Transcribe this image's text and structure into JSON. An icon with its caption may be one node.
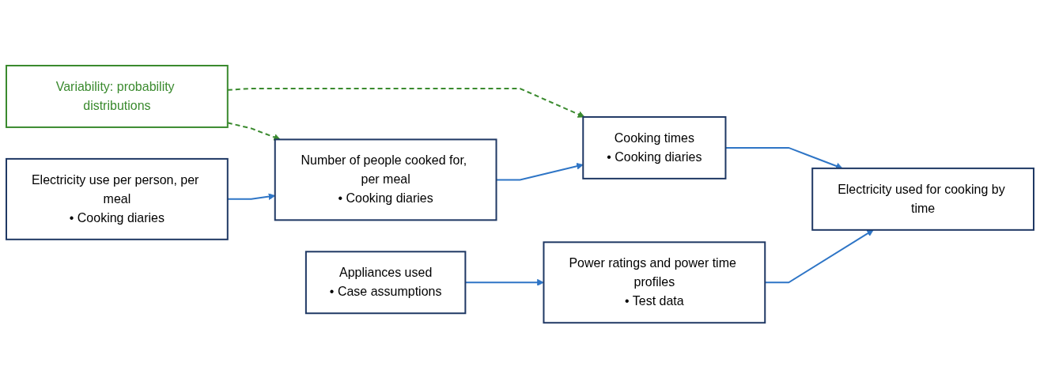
{
  "diagram": {
    "nodes": [
      {
        "text": [
          "Variability: probability distributions"
        ]
      },
      {
        "text": [
          "Electricity use per person, per meal",
          "• Cooking diaries"
        ]
      },
      {
        "text": [
          "Number of people cooked for, per meal",
          "• Cooking diaries"
        ]
      },
      {
        "text": [
          "Cooking times",
          "• Cooking diaries"
        ]
      },
      {
        "text": [
          "Electricity used for cooking by time"
        ]
      },
      {
        "text": [
          "Appliances used",
          "• Case assumptions"
        ]
      },
      {
        "text": [
          "Power ratings and power time profiles",
          "• Test data"
        ]
      }
    ],
    "edges": [
      {
        "from": 0,
        "to": 2,
        "arrow": "to",
        "style": "dashed",
        "color": "#3a8a2e"
      },
      {
        "from": 0,
        "to": 3,
        "arrow": "to",
        "style": "dashed",
        "color": "#3a8a2e"
      },
      {
        "from": 1,
        "to": 2,
        "arrow": "to"
      },
      {
        "from": 2,
        "to": 3,
        "arrow": "to"
      },
      {
        "from": 3,
        "to": 4,
        "arrow": "to"
      },
      {
        "from": 5,
        "to": 6,
        "arrow": "to"
      },
      {
        "from": 6,
        "to": 4,
        "arrow": "to"
      }
    ]
  }
}
